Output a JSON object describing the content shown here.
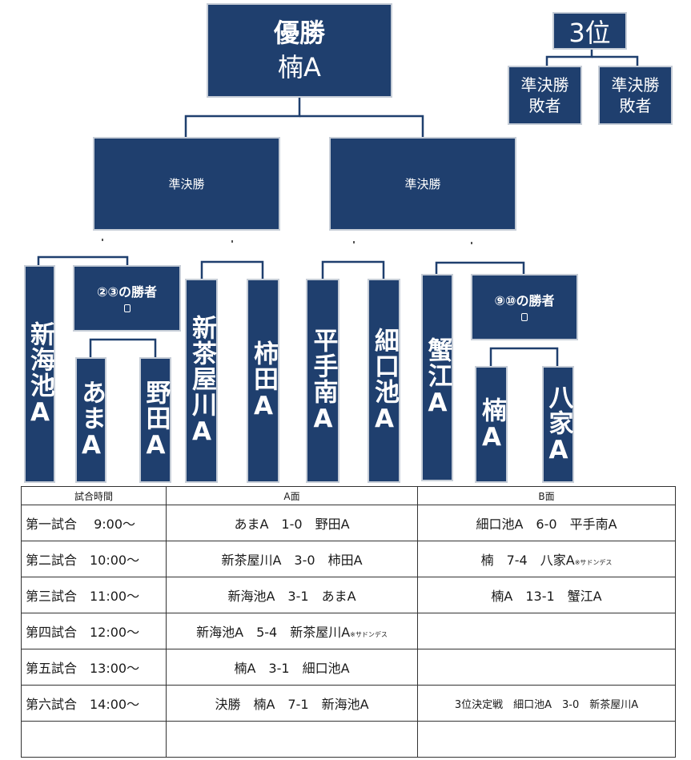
{
  "colors": {
    "box_fill": "#1f3f6e",
    "box_border": "#c6cdd7",
    "line": "#1f3f6e"
  },
  "champion": {
    "title": "優勝",
    "winner": "楠A"
  },
  "third_place": {
    "title": "3位",
    "left": "準決勝\n敗者",
    "right": "準決勝\n敗者"
  },
  "semifinals": {
    "left": "準決勝",
    "right": "準決勝"
  },
  "teams": {
    "shinkaichi": "新海池A",
    "ama": "あまA",
    "noda": "野田A",
    "shinchaya": "新茶屋川A",
    "kakita": "柿田A",
    "hiratenan": "平手南A",
    "hosoguchi": "細口池A",
    "kanie": "蟹江A",
    "kusu": "楠A",
    "yaie": "八家A"
  },
  "winner_slots": {
    "q23": "②③の勝者",
    "q910": "⑨⑩の勝者"
  },
  "schedule": {
    "headers": {
      "time": "試合時間",
      "a": "A面",
      "b": "B面"
    },
    "rows": [
      {
        "time": "第一試合　 9:00～",
        "a": "あまA　1-0　野田A",
        "b": "細口池A　6-0　平手南A"
      },
      {
        "time": "第二試合　10:00～",
        "a": "新茶屋川A　3-0　柿田A",
        "b": "楠　7-4　八家A",
        "b_note": "※サドンデス"
      },
      {
        "time": "第三試合　11:00～",
        "a": "新海池A　3-1　あまA",
        "b": "楠A　13-1　蟹江A"
      },
      {
        "time": "第四試合　12:00～",
        "a": "新海池A　5-4　新茶屋川A",
        "a_note": "※サドンデス",
        "b": ""
      },
      {
        "time": "第五試合　13:00～",
        "a": "楠A　3-1　細口池A",
        "b": ""
      },
      {
        "time": "第六試合　14:00～",
        "a": "決勝　楠A　7-1　新海池A",
        "b": "3位決定戦　細口池A　3-0　新茶屋川A"
      },
      {
        "time": "",
        "a": "",
        "b": ""
      }
    ]
  }
}
